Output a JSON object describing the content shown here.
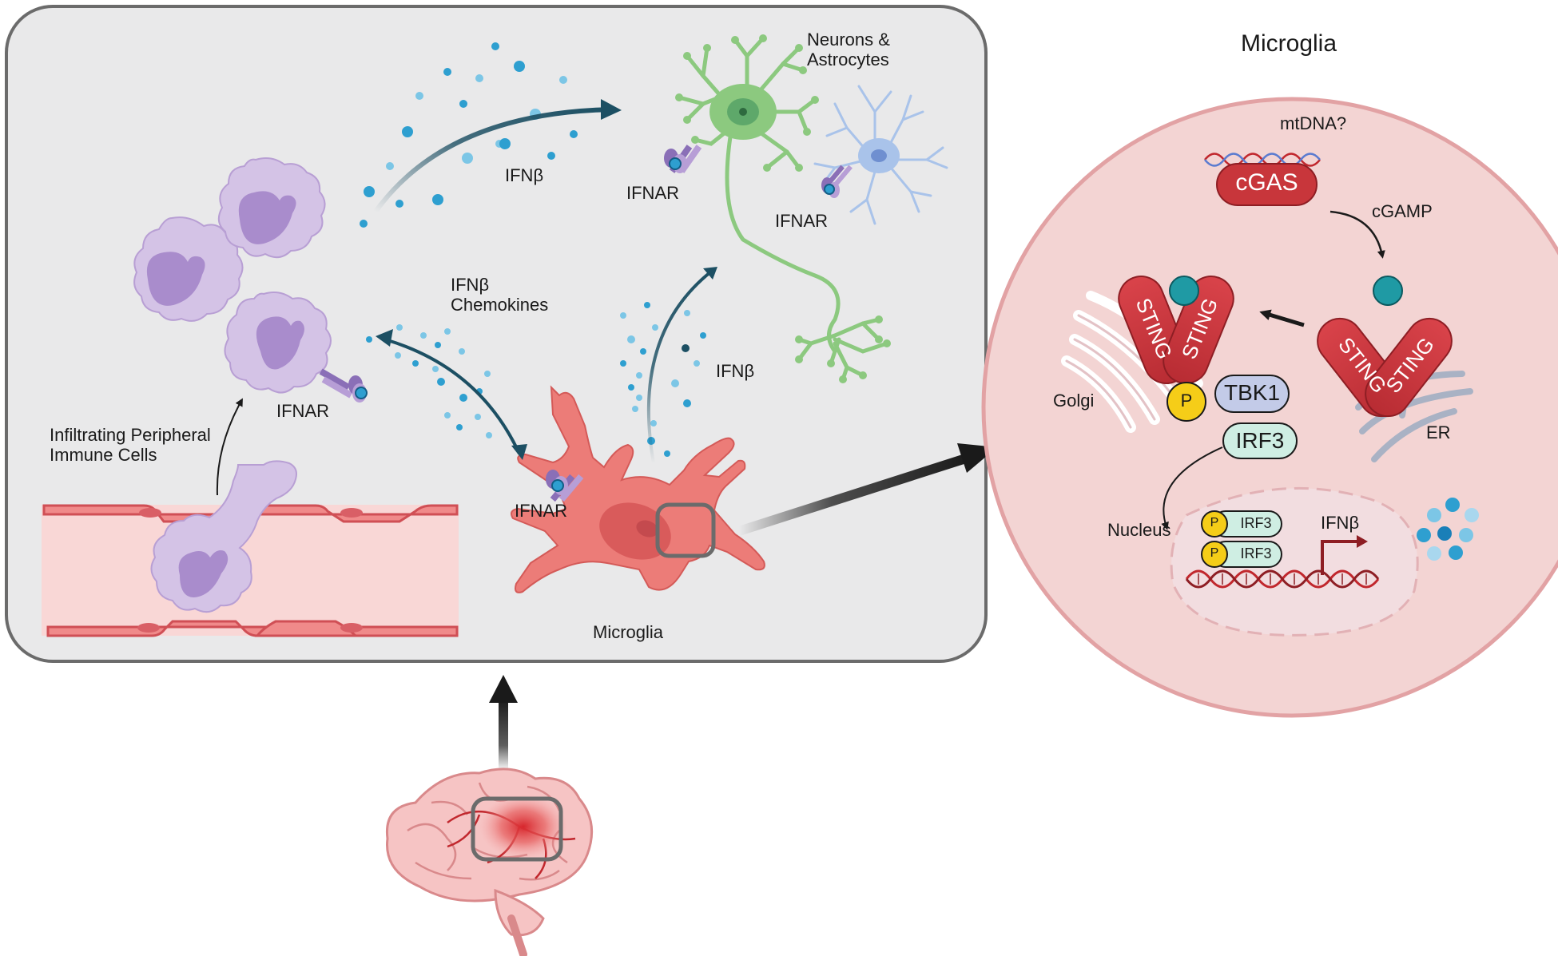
{
  "panel_left": {
    "labels": {
      "ifnb_top": "IFNβ",
      "neurons_astrocytes": "Neurons &\nAstrocytes",
      "ifnar_neuron": "IFNAR",
      "ifnar_astrocyte": "IFNAR",
      "ifnb_chemokines": "IFNβ\nChemokines",
      "ifnar_immune": "IFNAR",
      "ifnb_microglia": "IFNβ",
      "infiltrating": "Infiltrating Peripheral\nImmune Cells",
      "ifnar_microglia": "IFNAR",
      "microglia": "Microglia"
    }
  },
  "panel_right": {
    "title": "Microglia",
    "labels": {
      "mtdna": "mtDNA?",
      "cgas": "cGAS",
      "cgamp": "cGAMP",
      "sting_a": "STING",
      "sting_b": "STING",
      "sting_c": "STING",
      "sting_d": "STING",
      "golgi": "Golgi",
      "er": "ER",
      "p_main": "P",
      "tbk1": "TBK1",
      "irf3": "IRF3",
      "nucleus": "Nucleus",
      "p_1": "P",
      "irf3_1": "IRF3",
      "p_2": "P",
      "irf3_2": "IRF3",
      "ifnb_gene": "IFNβ"
    }
  },
  "colors": {
    "panel_bg": "#e9e9ea",
    "panel_border": "#6b6b6b",
    "immune_cell": "#d4c3e6",
    "microglia_cell": "#ec7c78",
    "neuron": "#8cc97f",
    "astrocyte": "#a9c3ea",
    "cgas": "#c8363b",
    "sting": "#c8363b",
    "circle_bg": "#f3d4d3",
    "dot_blue": "#2e9fd0",
    "arrow_teal": "#1c4f63"
  }
}
